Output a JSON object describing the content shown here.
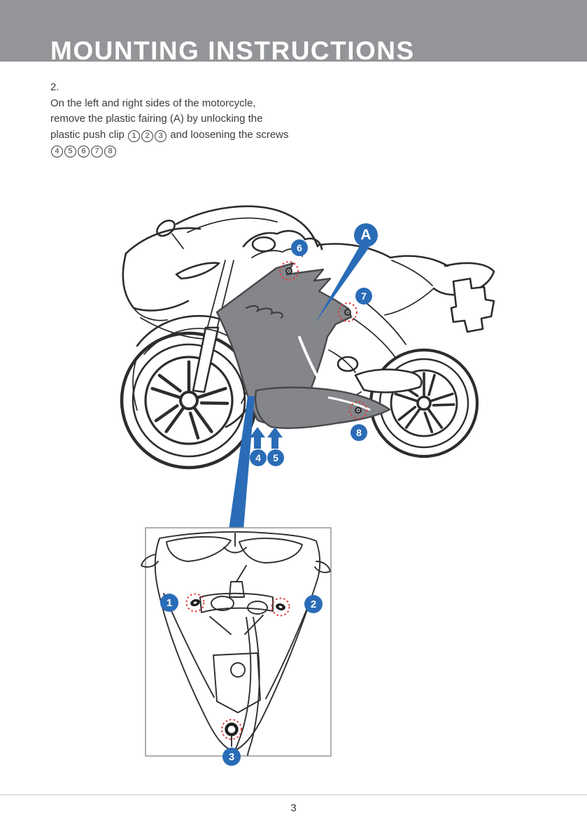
{
  "header": {
    "title": "MOUNTING INSTRUCTIONS"
  },
  "instructions": {
    "step_number": "2.",
    "line1": "On the left and right sides of the motorcycle,",
    "line2": "remove the plastic fairing (A)  by unlocking the",
    "line3_prefix": "plastic push clip",
    "line3_suffix": "and loosening the screws",
    "clip_numbers": [
      "1",
      "2",
      "3"
    ],
    "screw_numbers": [
      "4",
      "5",
      "6",
      "7",
      "8"
    ]
  },
  "figure": {
    "part_label": "A",
    "callouts": {
      "a": {
        "label": "A",
        "meaning": "plastic fairing"
      },
      "c1": {
        "label": "1",
        "meaning": "push clip"
      },
      "c2": {
        "label": "2",
        "meaning": "push clip"
      },
      "c3": {
        "label": "3",
        "meaning": "push clip"
      },
      "c4": {
        "label": "4",
        "meaning": "screw"
      },
      "c5": {
        "label": "5",
        "meaning": "screw"
      },
      "c6": {
        "label": "6",
        "meaning": "screw"
      },
      "c7": {
        "label": "7",
        "meaning": "screw"
      },
      "c8": {
        "label": "8",
        "meaning": "screw"
      }
    }
  },
  "footer": {
    "page_number": "3"
  },
  "colors": {
    "accent_blue": "#2a6cb7",
    "header_gray": "#939598",
    "fairing_gray": "#84868a",
    "highlight_red": "#e23b3b"
  }
}
